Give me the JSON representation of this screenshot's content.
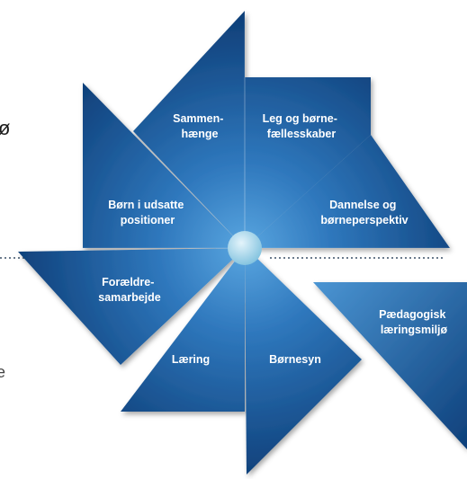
{
  "colors": {
    "blade_dark": "#0d3f7a",
    "blade_light": "#4f9bd8",
    "hub": "#a8d8ec",
    "dotted_line": "#6b7b8c"
  },
  "edge_fragments": {
    "left_top": "ø",
    "left_bottom": "e"
  },
  "blades": [
    {
      "id": "sammen",
      "lines": [
        "Sammen-",
        "hænge"
      ]
    },
    {
      "id": "leg",
      "lines": [
        "Leg og børne-",
        "fællesskaber"
      ]
    },
    {
      "id": "dannelse",
      "lines": [
        "Dannelse og",
        "børneperspektiv"
      ]
    },
    {
      "id": "paedagogisk",
      "lines": [
        "Pædagogisk",
        "læringsmiljø"
      ]
    },
    {
      "id": "boernesyn",
      "lines": [
        "Børnesyn"
      ]
    },
    {
      "id": "laering",
      "lines": [
        "Læring"
      ]
    },
    {
      "id": "foraeldre",
      "lines": [
        "Forældre-",
        "samarbejde"
      ]
    },
    {
      "id": "udsatte",
      "lines": [
        "Børn i udsatte",
        "positioner"
      ]
    }
  ]
}
